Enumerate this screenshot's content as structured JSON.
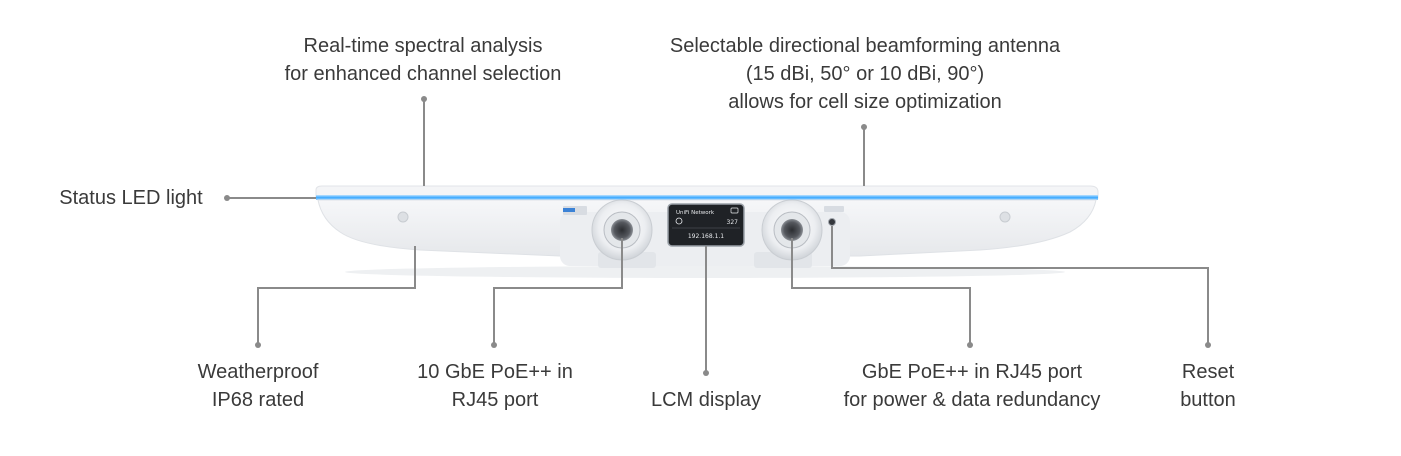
{
  "callouts": {
    "spectral": [
      "Real-time spectral analysis",
      "for enhanced channel selection"
    ],
    "antenna": [
      "Selectable directional beamforming antenna",
      "(15 dBi, 50° or 10 dBi, 90°)",
      "allows for cell size optimization"
    ],
    "status_led": [
      "Status LED light"
    ],
    "weatherproof": [
      "Weatherproof",
      "IP68 rated"
    ],
    "port_10gbe": [
      "10 GbE PoE++ in",
      "RJ45 port"
    ],
    "lcm": [
      "LCM display"
    ],
    "port_gbe": [
      "GbE PoE++ in RJ45 port",
      "for power & data redundancy"
    ],
    "reset": [
      "Reset",
      "button"
    ]
  },
  "lcm_screen": {
    "network_name": "UniFi Network",
    "client_count": "327",
    "ip_address": "192.168.1.1"
  },
  "colors": {
    "led": "#3aa8ff",
    "leader": "#8a8a8a",
    "text": "#3a3a3a"
  }
}
